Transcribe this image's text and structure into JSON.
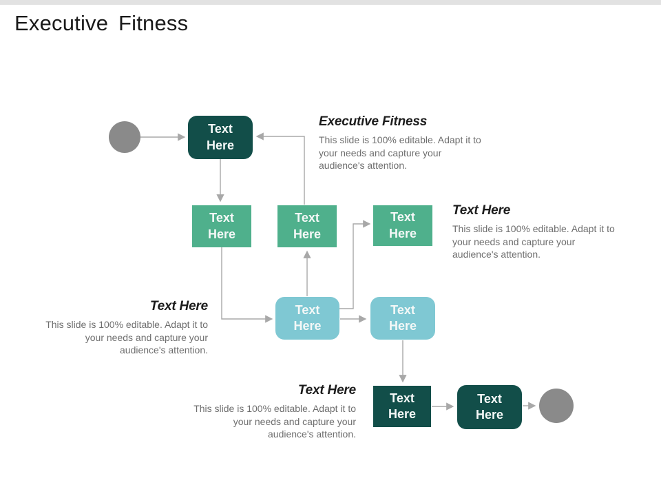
{
  "slide": {
    "title": "Executive Fitness"
  },
  "colors": {
    "dark_teal": "#124e49",
    "green": "#4fb08c",
    "light_blue": "#7fc8d3",
    "terminator_gray": "#8a8a8a",
    "connector_gray": "#a8a8a8",
    "top_bar_gray": "#e2e2e2",
    "heading_text": "#1c1c1c",
    "body_text": "#6e6e6e"
  },
  "nodes": [
    {
      "label": "Text Here"
    },
    {
      "label": "Text Here"
    },
    {
      "label": "Text Here"
    },
    {
      "label": "Text Here"
    },
    {
      "label": "Text Here"
    },
    {
      "label": "Text Here"
    },
    {
      "label": "Text Here"
    },
    {
      "label": "Text Here"
    }
  ],
  "annotations": [
    {
      "heading": "Executive Fitness",
      "body": "This slide is 100% editable. Adapt it to your needs and capture your audience's attention."
    },
    {
      "heading": "Text Here",
      "body": "This slide is 100% editable. Adapt it to your needs and capture your audience's attention."
    },
    {
      "heading": "Text Here",
      "body": "This slide is 100% editable. Adapt it to your needs and capture your audience's attention."
    },
    {
      "heading": "Text Here",
      "body": "This slide is 100% editable. Adapt it to your needs and capture your audience's attention."
    }
  ]
}
